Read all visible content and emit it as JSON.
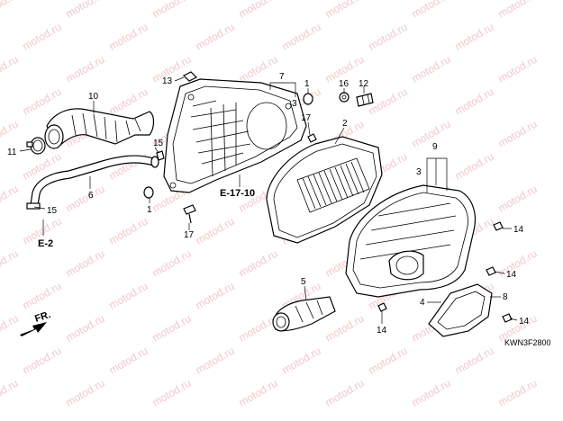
{
  "watermark": {
    "text": "motod.ru"
  },
  "callouts": [
    {
      "id": "c1a",
      "text": "1"
    },
    {
      "id": "c1b",
      "text": "1"
    },
    {
      "id": "c2",
      "text": "2"
    },
    {
      "id": "c3a",
      "text": "3"
    },
    {
      "id": "c3b",
      "text": "3"
    },
    {
      "id": "c4",
      "text": "4"
    },
    {
      "id": "c5",
      "text": "5"
    },
    {
      "id": "c6",
      "text": "6"
    },
    {
      "id": "c7",
      "text": "7"
    },
    {
      "id": "c8",
      "text": "8"
    },
    {
      "id": "c9",
      "text": "9"
    },
    {
      "id": "c10",
      "text": "10"
    },
    {
      "id": "c11",
      "text": "11"
    },
    {
      "id": "c12",
      "text": "12"
    },
    {
      "id": "c13",
      "text": "13"
    },
    {
      "id": "c14a",
      "text": "14"
    },
    {
      "id": "c14b",
      "text": "14"
    },
    {
      "id": "c14c",
      "text": "14"
    },
    {
      "id": "c14d",
      "text": "14"
    },
    {
      "id": "c15a",
      "text": "15"
    },
    {
      "id": "c15b",
      "text": "15"
    },
    {
      "id": "c16",
      "text": "16"
    },
    {
      "id": "c17a",
      "text": "17"
    },
    {
      "id": "c17b",
      "text": "17"
    }
  ],
  "references": {
    "e17_10": "E-17-10",
    "e2": "E-2",
    "front": "FR."
  },
  "diagram_code": "KWN3F2800"
}
